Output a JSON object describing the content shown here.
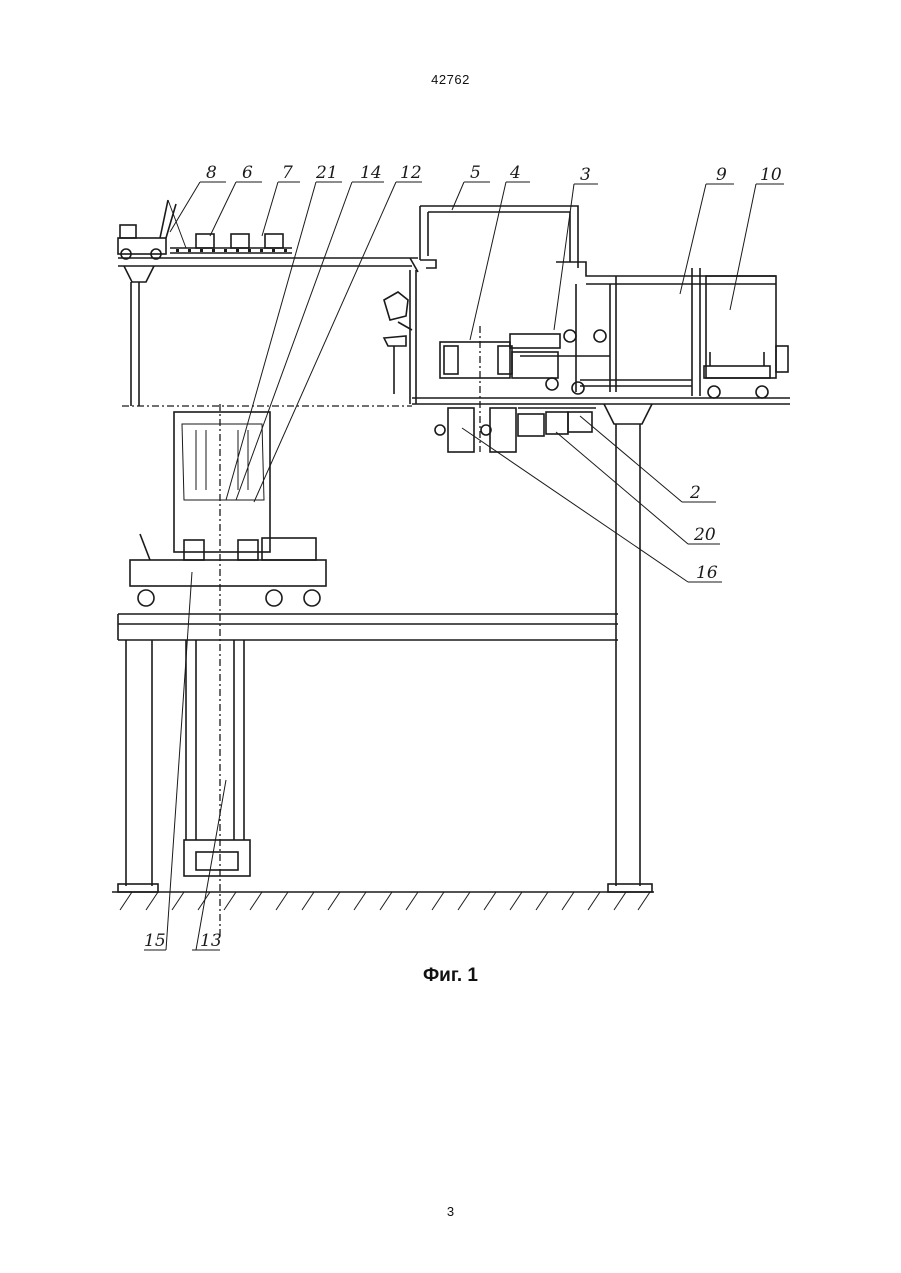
{
  "header": {
    "doc_number": "42762"
  },
  "figure": {
    "caption": "Фиг. 1",
    "callouts": {
      "c8": "8",
      "c6": "6",
      "c7": "7",
      "c21": "21",
      "c14": "14",
      "c12": "12",
      "c5": "5",
      "c4": "4",
      "c3": "3",
      "c9": "9",
      "c10": "10",
      "c2": "2",
      "c20": "20",
      "c16": "16",
      "c15": "15",
      "c13": "13"
    }
  },
  "footer": {
    "page_number": "3"
  }
}
